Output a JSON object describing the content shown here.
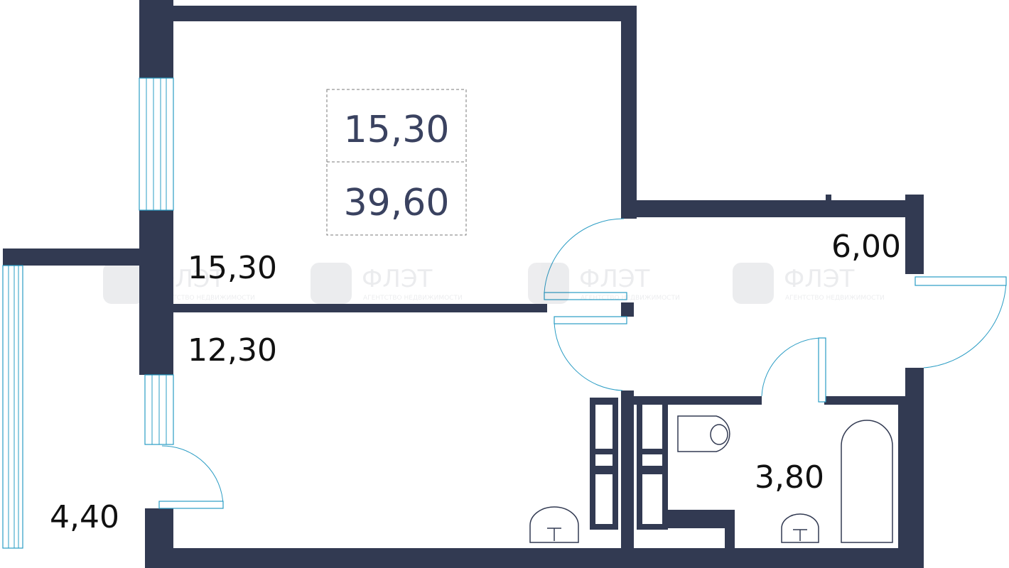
{
  "plan": {
    "summary": {
      "living_area": "15,30",
      "total_area": "39,60"
    },
    "rooms": {
      "room_main": "15,30",
      "room_second": "12,30",
      "hallway": "6,00",
      "bathroom": "3,80",
      "balcony": "4,40"
    },
    "watermark": {
      "brand": "ФЛЭТ",
      "tagline": "АГЕНТСТВО НЕДВИЖИМОСТИ"
    }
  }
}
